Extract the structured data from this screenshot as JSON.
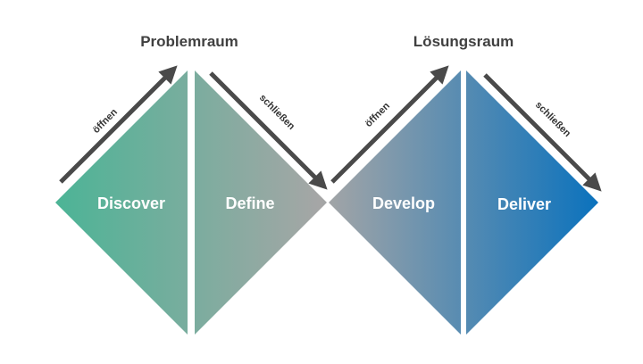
{
  "headings": {
    "problem_space": "Problemraum",
    "solution_space": "Lösungsraum"
  },
  "phases": {
    "discover": "Discover",
    "define": "Define",
    "develop": "Develop",
    "deliver": "Deliver"
  },
  "arrows": {
    "open_1": "öffnen",
    "close_1": "schließen",
    "open_2": "öffnen",
    "close_2": "schließen"
  },
  "colors": {
    "start": "#4cb496",
    "mid": "#a6a6a6",
    "end": "#0b72bd",
    "arrow": "#4a4a4a",
    "heading": "#404040"
  }
}
